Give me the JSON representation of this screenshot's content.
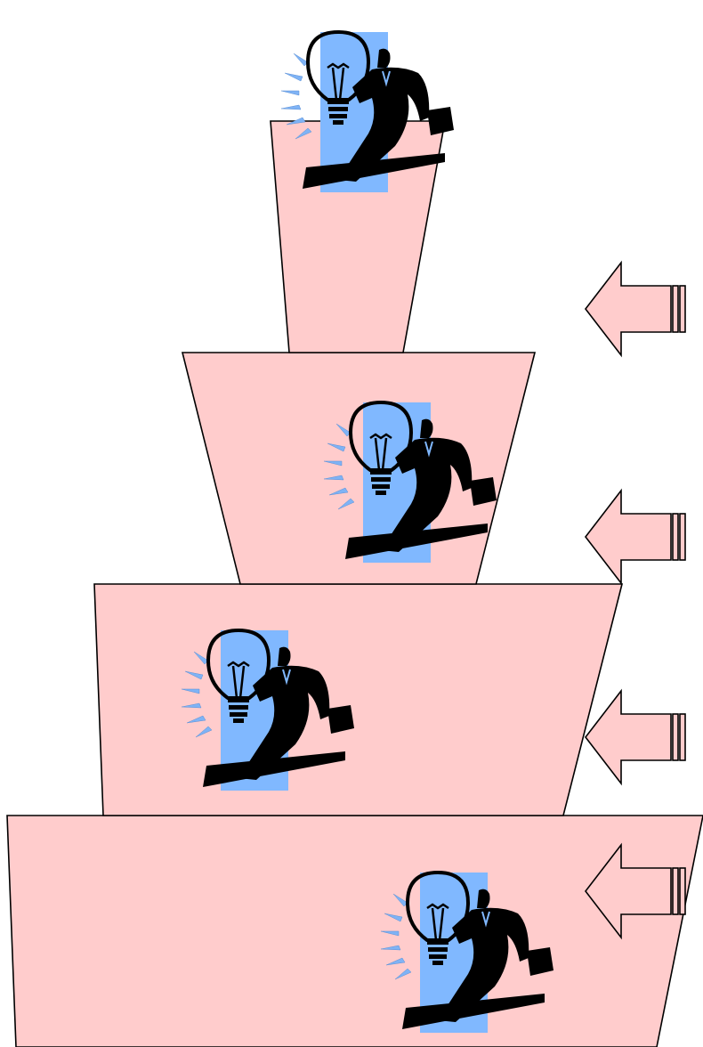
{
  "colors": {
    "tier_fill": "#ffcccc",
    "tier_stroke": "#000000",
    "arrow_fill": "#ffcccc",
    "figure_panel": "#80b8ff",
    "figure_black": "#000000",
    "spark_blue": "#7fb3f5"
  },
  "diagram": {
    "type": "stepped-pyramid",
    "tiers": [
      {
        "level": 1,
        "icon": "businessman-lightbulb-icon"
      },
      {
        "level": 2,
        "icon": "businessman-lightbulb-icon"
      },
      {
        "level": 3,
        "icon": "businessman-lightbulb-icon"
      },
      {
        "level": 4,
        "icon": "businessman-lightbulb-icon"
      }
    ],
    "arrows": [
      {
        "direction": "left",
        "icon": "left-arrow-icon"
      },
      {
        "direction": "left",
        "icon": "left-arrow-icon"
      },
      {
        "direction": "left",
        "icon": "left-arrow-icon"
      },
      {
        "direction": "left",
        "icon": "left-arrow-icon"
      }
    ]
  }
}
